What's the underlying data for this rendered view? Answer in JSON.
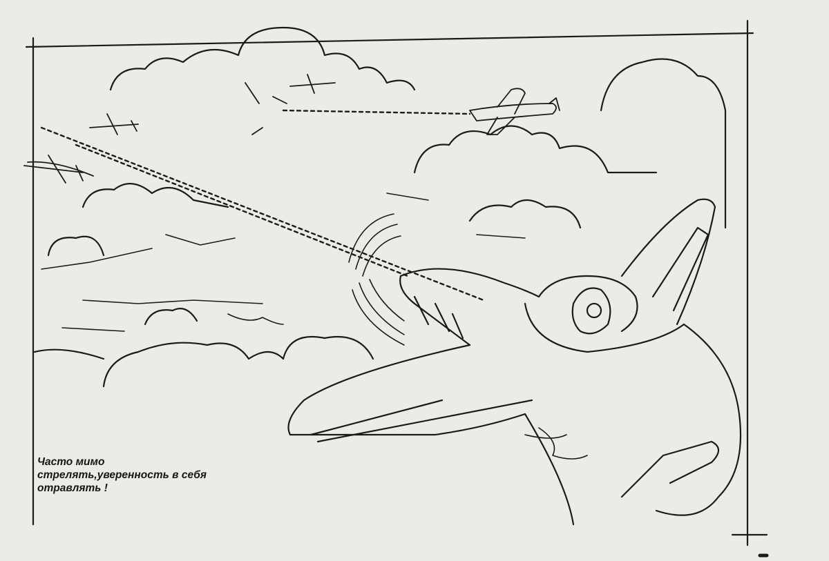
{
  "illustration": {
    "caption_lines": [
      "Часто мимо",
      "стрелять,уверенность в себя",
      "отравлять !"
    ],
    "ink_color": "#1a1a1a",
    "paper_color": "#ecebe6"
  }
}
